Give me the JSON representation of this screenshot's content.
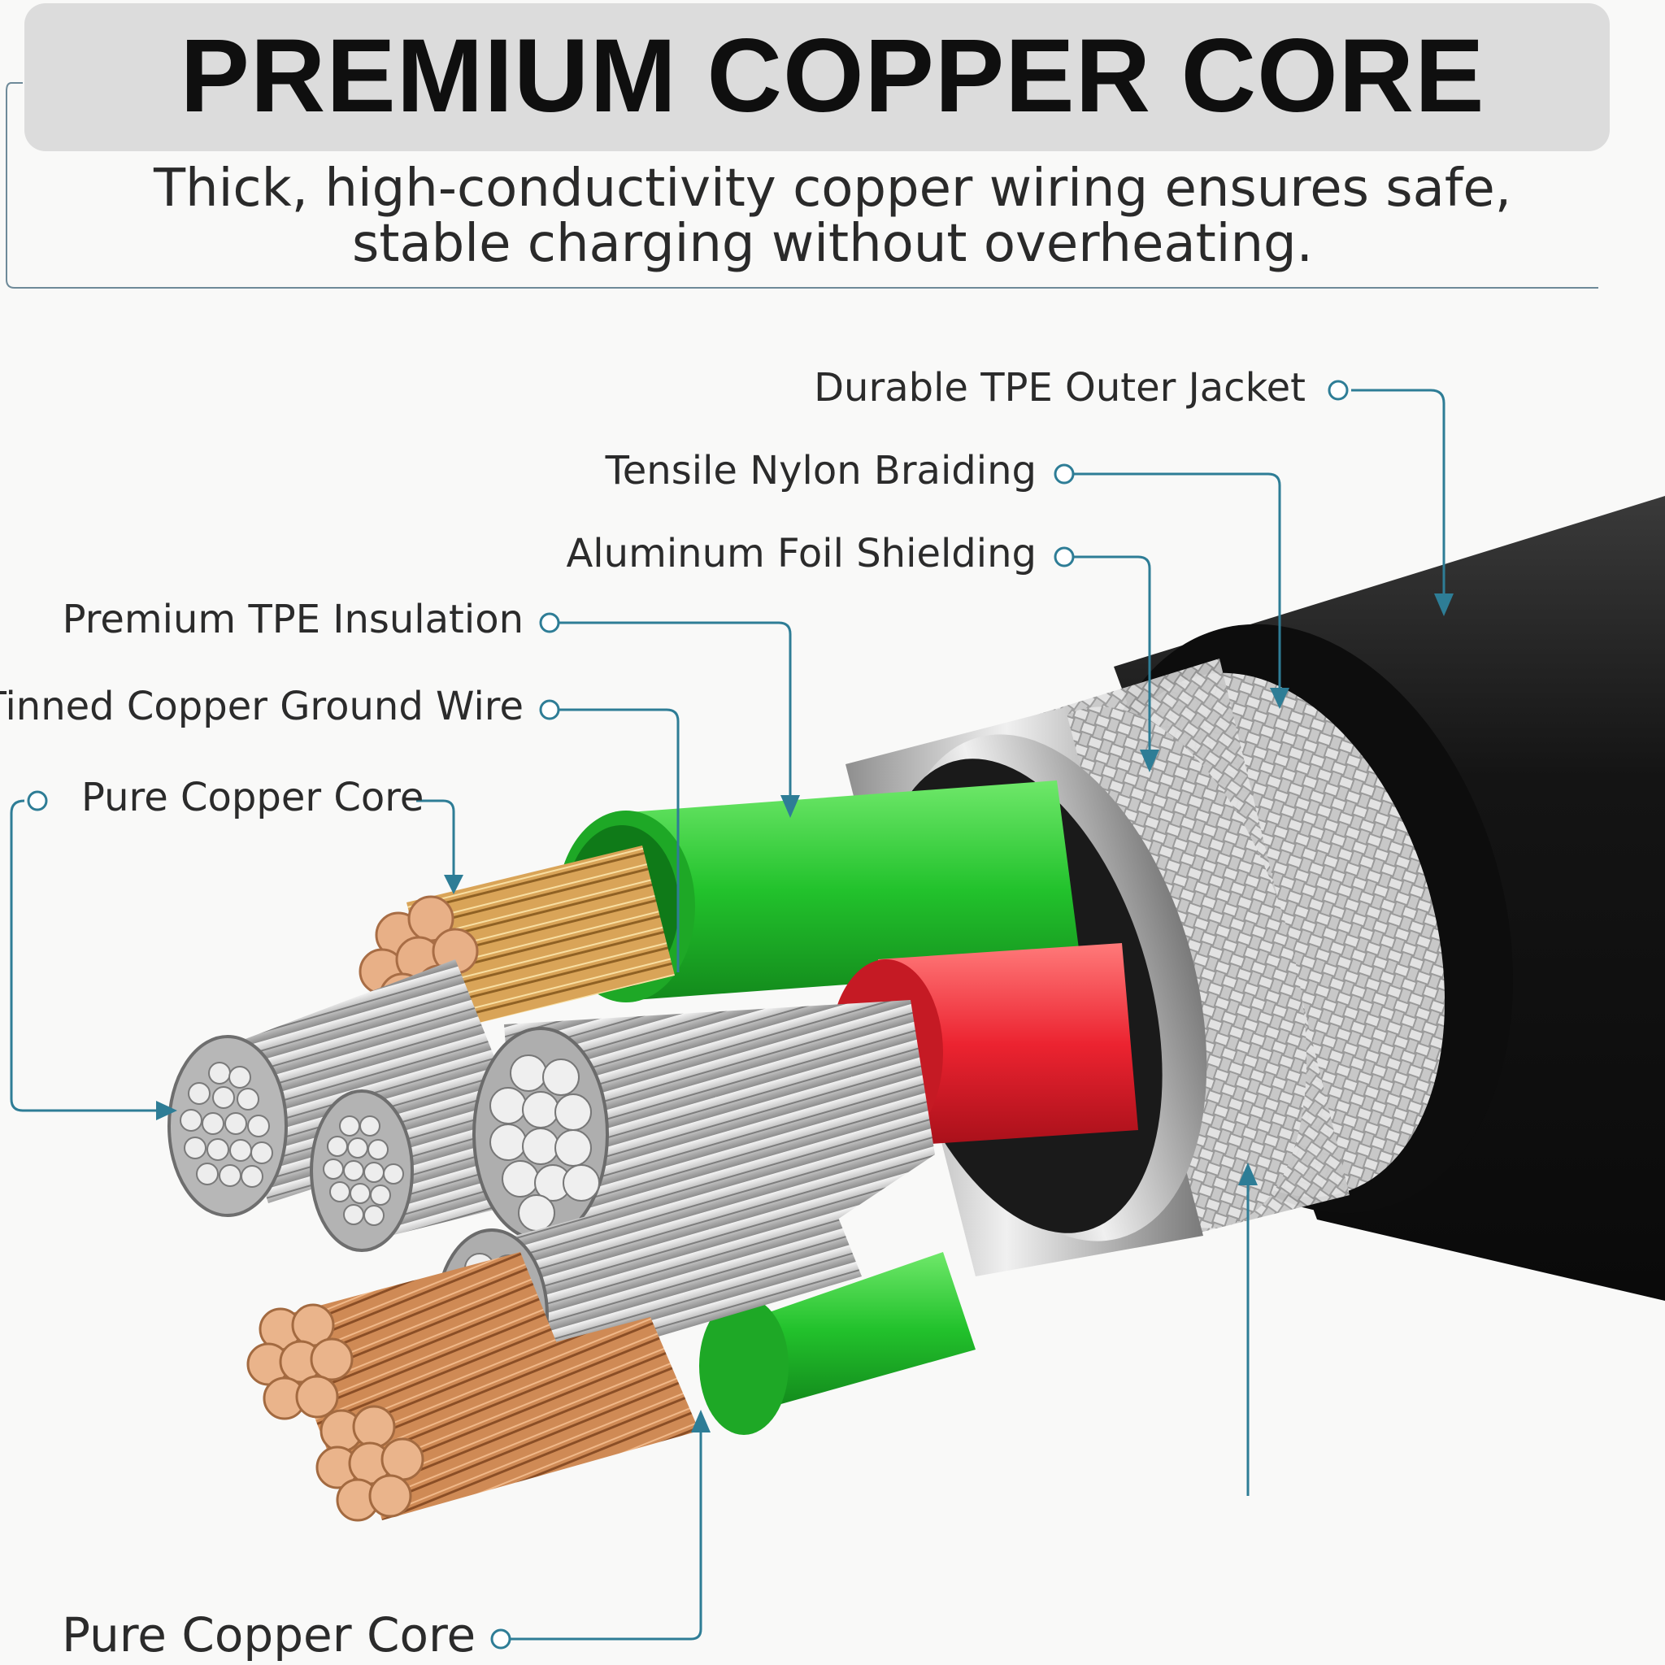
{
  "header": {
    "title": "PREMIUM COPPER CORE",
    "subtitle_line1": "Thick, high-conductivity copper wiring ensures safe,",
    "subtitle_line2": "stable charging without overheating."
  },
  "callouts": [
    {
      "label": "Durable TPE Outer Jacket"
    },
    {
      "label": "Tensile Nylon Braiding"
    },
    {
      "label": "Aluminum Foil Shielding"
    },
    {
      "label": "Premium TPE Insulation"
    },
    {
      "label": "Tinned Copper Ground Wire"
    },
    {
      "label": "Pure Copper Core"
    },
    {
      "label": "Pure Copper Core"
    }
  ],
  "colors": {
    "accent_line": "#2e7d96",
    "jacket": "#161616",
    "insulation_green": "#2fc83a",
    "insulation_red": "#e5232c",
    "copper": "#d99a6a",
    "silver": "#c9c9c9"
  }
}
